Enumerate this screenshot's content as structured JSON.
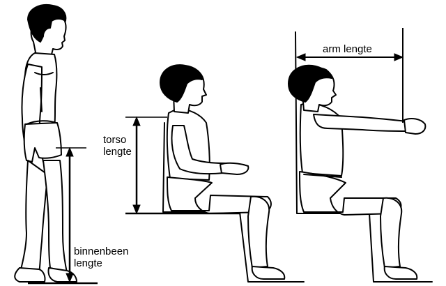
{
  "labels": {
    "torso": [
      "torso",
      "lengte"
    ],
    "inseam": [
      "binnenbeen",
      "lengte"
    ],
    "arm": "arm lengte"
  },
  "colors": {
    "ink": "#000000",
    "skin_fill": "#ffffff",
    "hair": "#000000"
  }
}
